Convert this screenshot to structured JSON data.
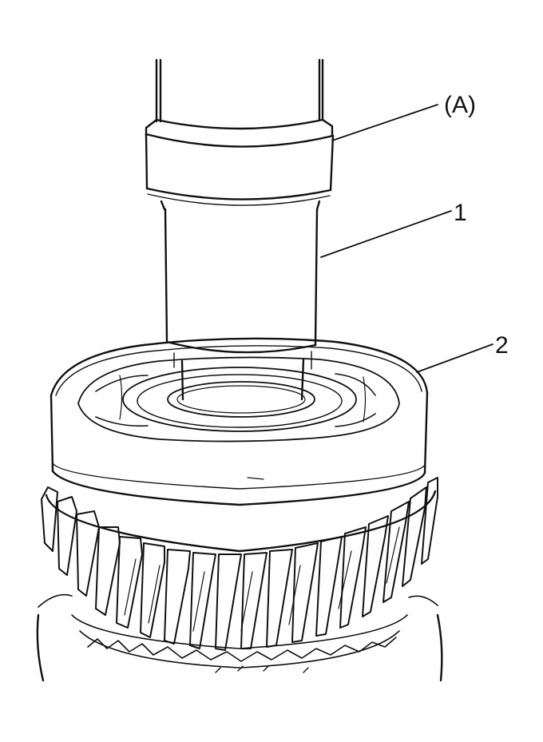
{
  "callouts": {
    "a": "(A)",
    "one": "1",
    "two": "2"
  },
  "colors": {
    "ink": "#111111",
    "background": "#ffffff"
  }
}
